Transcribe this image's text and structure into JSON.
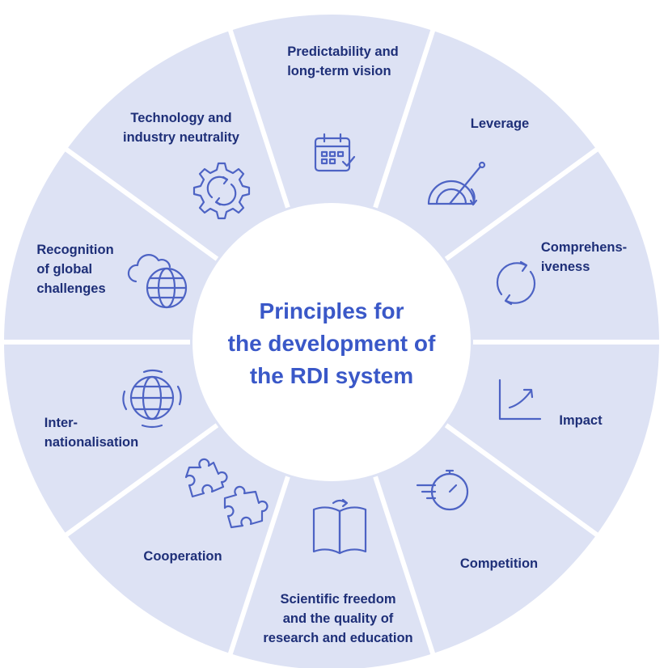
{
  "center_title": [
    "Principles for",
    "the development of",
    "the RDI system"
  ],
  "segments": [
    {
      "id": "predictability",
      "lines": [
        "Predictability and",
        "long-term vision"
      ],
      "icon": "calendar-check-icon"
    },
    {
      "id": "leverage",
      "lines": [
        "Leverage"
      ],
      "icon": "lever-gauge-icon"
    },
    {
      "id": "comprehensiveness",
      "lines": [
        "Comprehens-",
        "iveness"
      ],
      "icon": "cycle-arrows-icon"
    },
    {
      "id": "impact",
      "lines": [
        "Impact"
      ],
      "icon": "growth-curve-icon"
    },
    {
      "id": "competition",
      "lines": [
        "Competition"
      ],
      "icon": "stopwatch-icon"
    },
    {
      "id": "scientific-freedom",
      "lines": [
        "Scientific freedom",
        "and the quality of",
        "research and education"
      ],
      "icon": "open-book-icon"
    },
    {
      "id": "cooperation",
      "lines": [
        "Cooperation"
      ],
      "icon": "puzzle-pieces-icon"
    },
    {
      "id": "internationalisation",
      "lines": [
        "Inter-",
        "nationalisation"
      ],
      "icon": "rotating-globe-icon"
    },
    {
      "id": "global-challenges",
      "lines": [
        "Recognition",
        "of global",
        "challenges"
      ],
      "icon": "cloud-globe-icon"
    },
    {
      "id": "neutrality",
      "lines": [
        "Technology and",
        "industry neutrality"
      ],
      "icon": "gear-cycle-icon"
    }
  ],
  "colors": {
    "ring": "#dde2f4",
    "center": "#ffffff",
    "label": "#1e2f78",
    "title": "#3a58c8",
    "icon": "#4d63c4",
    "divider": "#ffffff"
  }
}
